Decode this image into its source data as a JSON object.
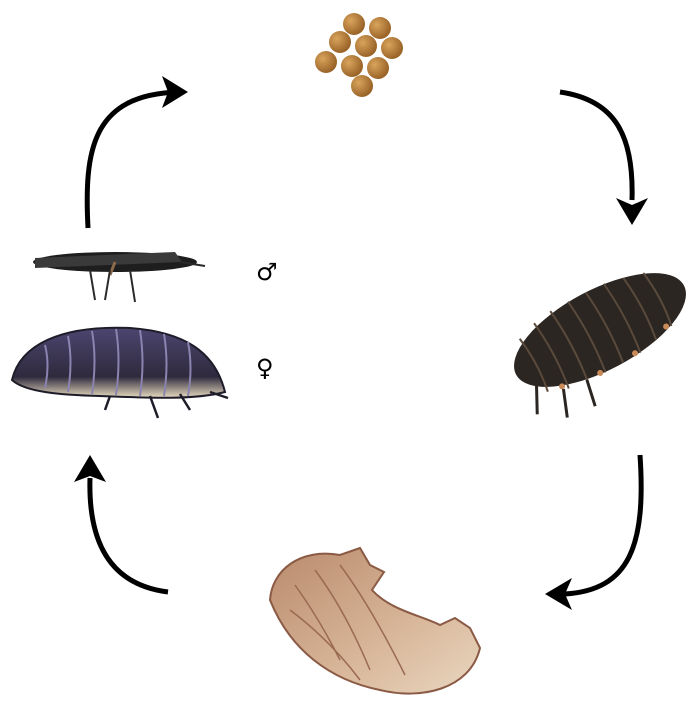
{
  "diagram": {
    "stages": [
      {
        "id": "eggs",
        "icon": "egg-cluster-icon"
      },
      {
        "id": "larva",
        "icon": "larva-icon"
      },
      {
        "id": "pupa",
        "icon": "pupa-icon"
      },
      {
        "id": "adults",
        "icon": "adult-beetles-icon"
      }
    ],
    "adults": {
      "male_symbol": "♂",
      "female_symbol": "♀"
    },
    "colors": {
      "arrow": "#000000",
      "egg": "#b07a36",
      "larva": "#2c2622",
      "pupa": "#c9a07f",
      "female": "#3b3550"
    }
  }
}
